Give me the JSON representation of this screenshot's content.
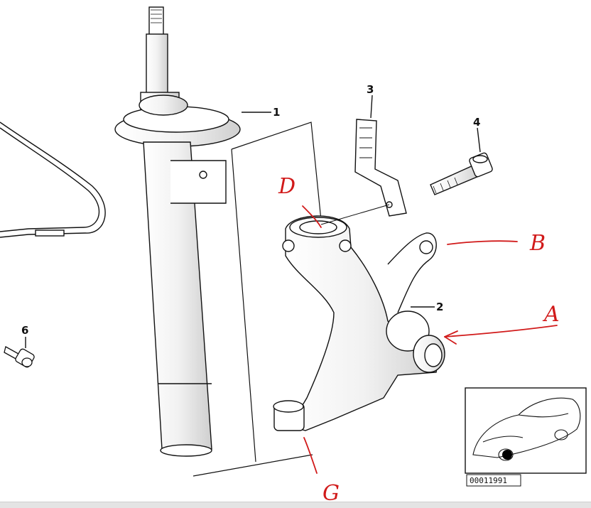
{
  "parts": {
    "p1": "1",
    "p2": "2",
    "p3": "3",
    "p4": "4",
    "p6": "6"
  },
  "annotations": {
    "a": "A",
    "b": "B",
    "d": "D",
    "g": "G"
  },
  "inset": {
    "reference": "00011991"
  },
  "colors": {
    "annotation": "#d11a1a",
    "line": "#111111"
  }
}
